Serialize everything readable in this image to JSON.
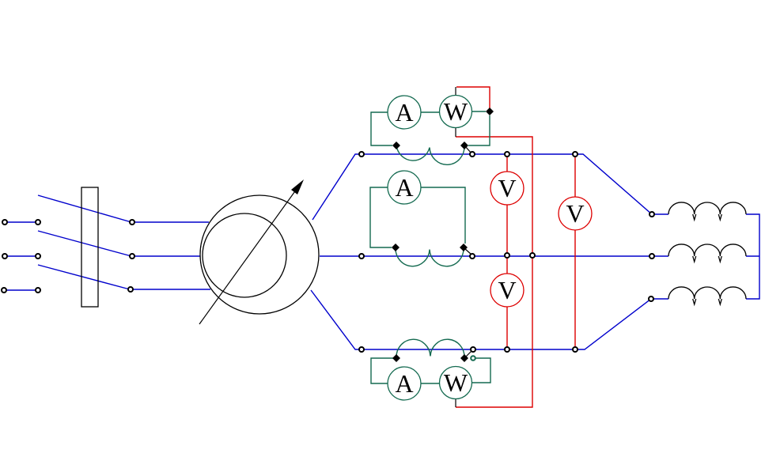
{
  "schematic": {
    "kind": "three-phase measurement circuit",
    "meters": [
      {
        "id": "ammeter-top",
        "label": "A"
      },
      {
        "id": "wattmeter-top",
        "label": "W"
      },
      {
        "id": "ammeter-middle",
        "label": "A"
      },
      {
        "id": "voltmeter-upper",
        "label": "V"
      },
      {
        "id": "voltmeter-right",
        "label": "V"
      },
      {
        "id": "voltmeter-lower",
        "label": "V"
      },
      {
        "id": "ammeter-bottom",
        "label": "A"
      },
      {
        "id": "wattmeter-bottom",
        "label": "W"
      }
    ],
    "colors": {
      "phase_wire": "#0000cc",
      "current_meter_wire": "#146a50",
      "voltage_wire": "#dd0000",
      "component_outline": "#000000",
      "background": "#ffffff"
    }
  }
}
